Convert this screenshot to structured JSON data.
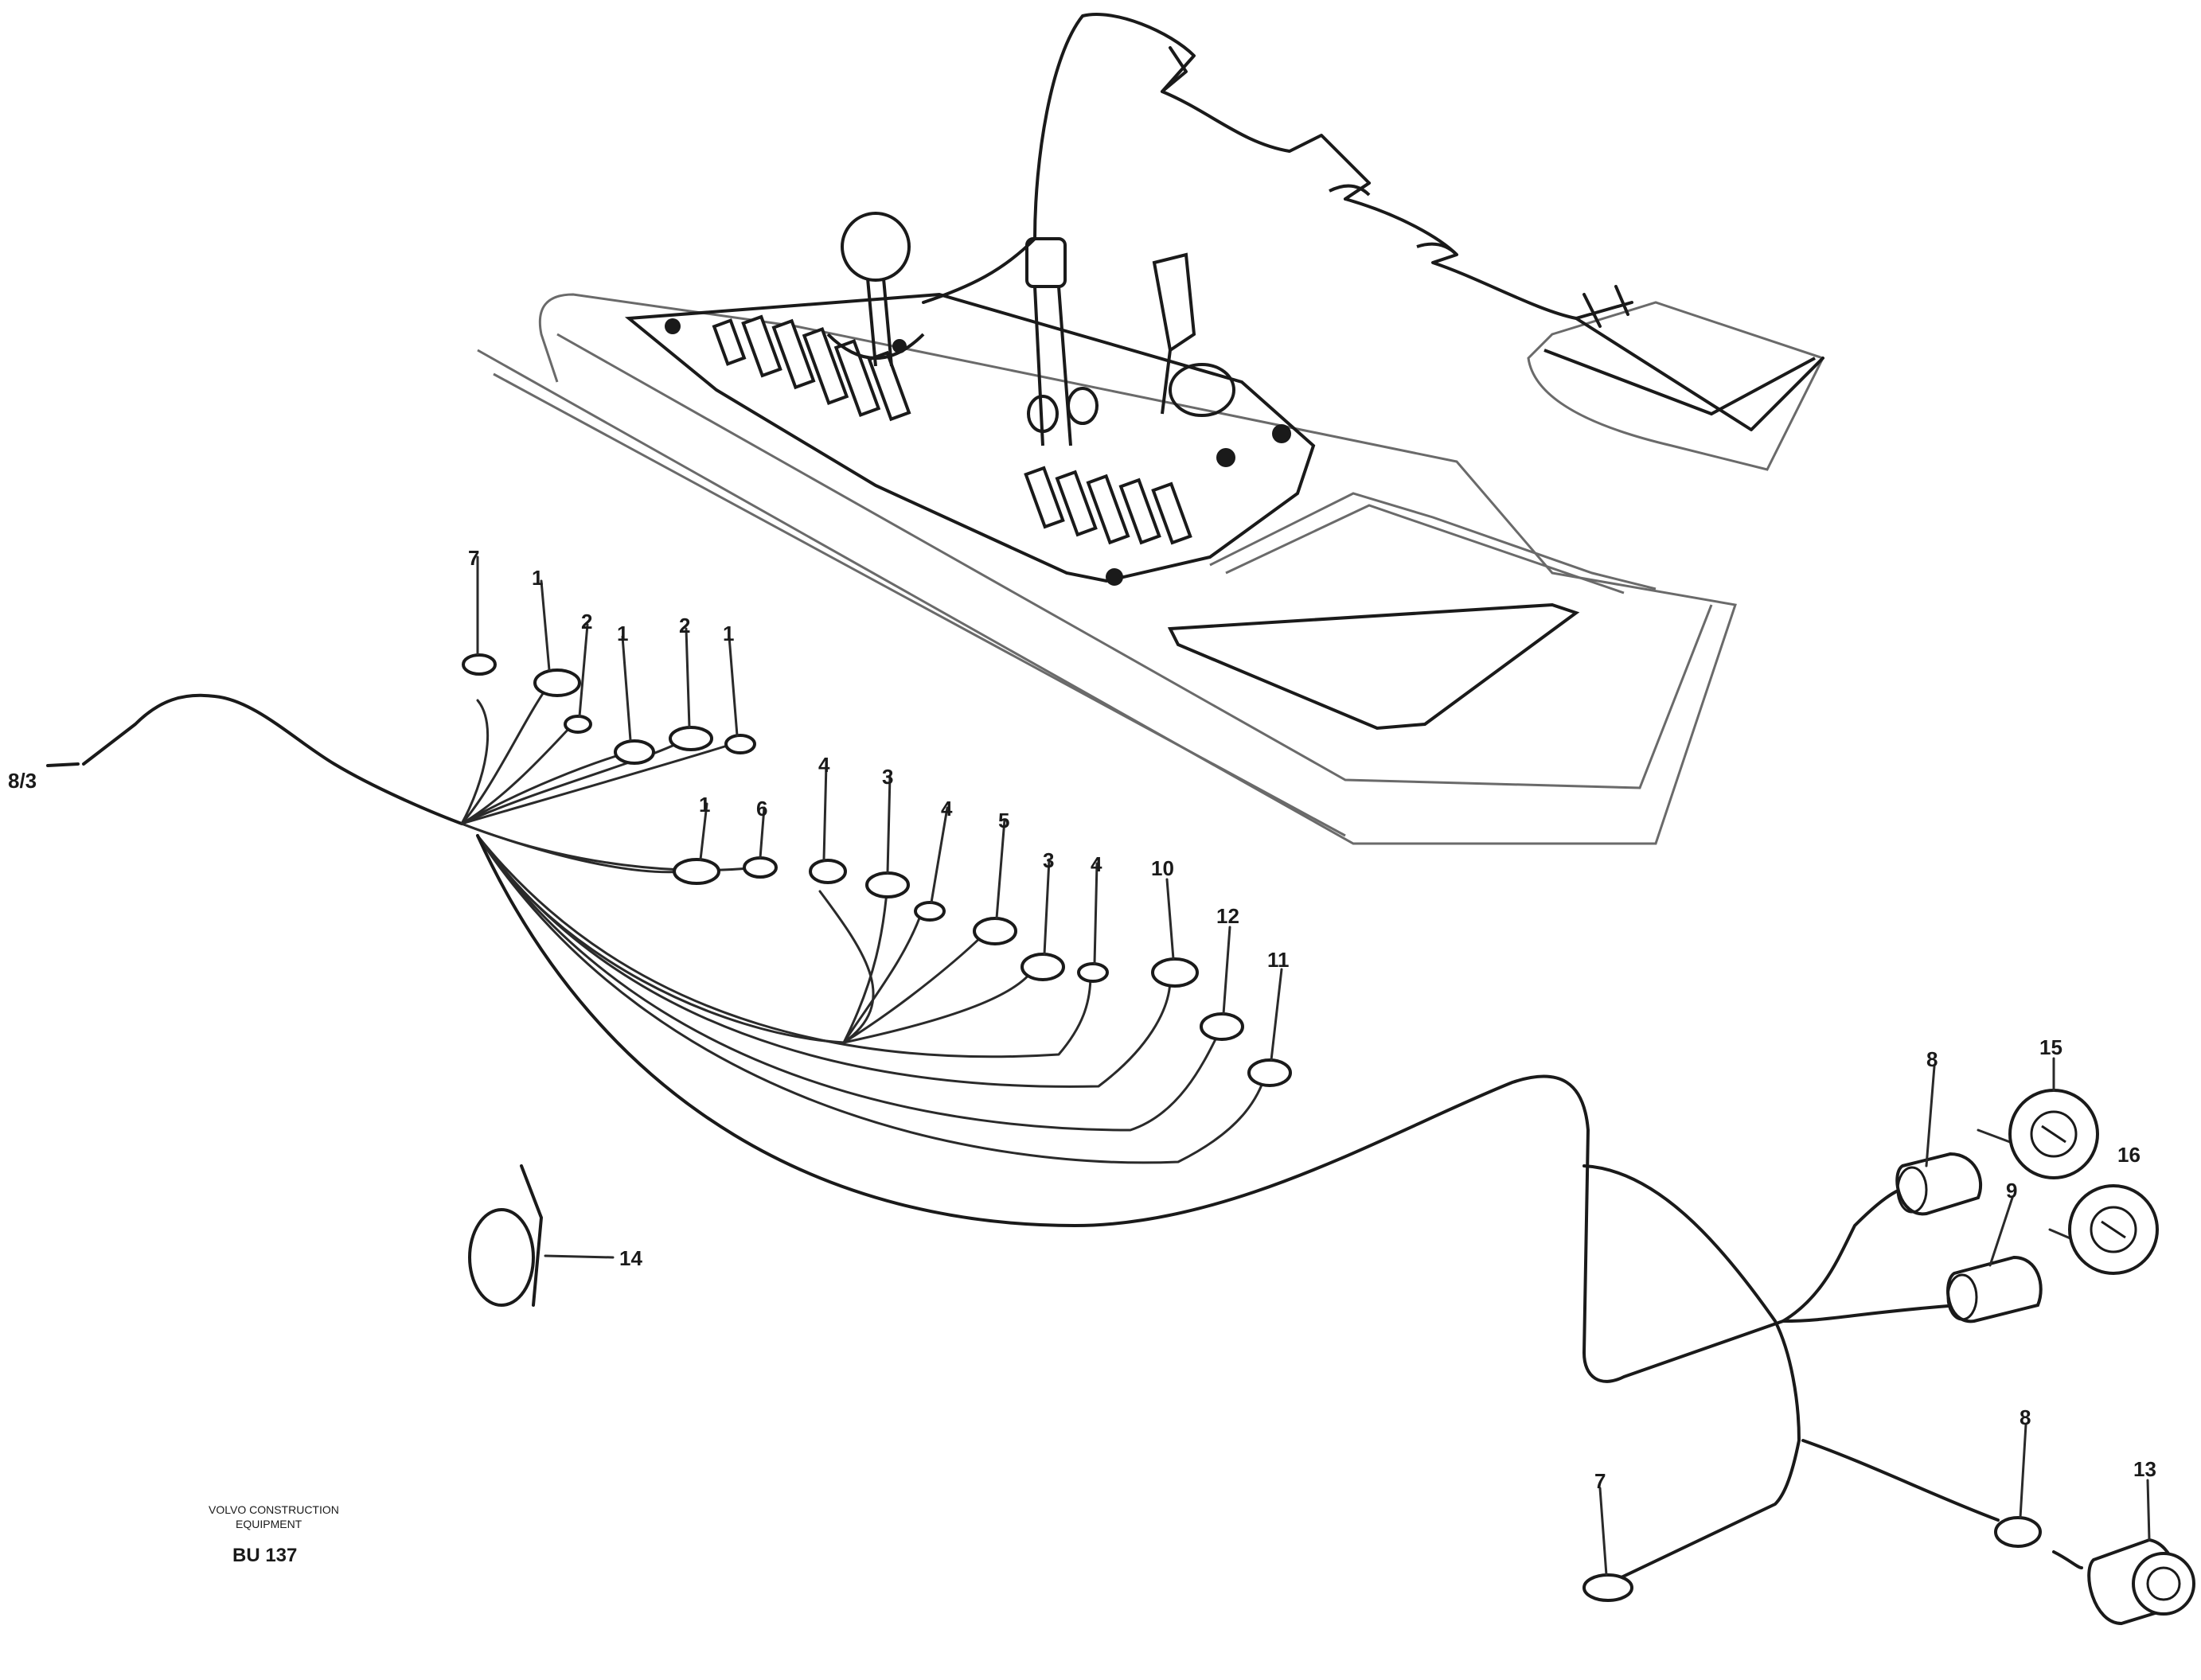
{
  "callouts": {
    "ref_left": "8/3",
    "top_row": [
      "7",
      "1",
      "2",
      "1",
      "2",
      "1"
    ],
    "middle_row": [
      "1",
      "6",
      "4",
      "3",
      "4",
      "5",
      "3",
      "4",
      "10",
      "12",
      "11"
    ],
    "bottom_right": [
      "8",
      "15",
      "16",
      "9",
      "8",
      "7",
      "13"
    ],
    "ring_label": "14"
  },
  "stamp": {
    "line1": "VOLVO CONSTRUCTION",
    "line2": "EQUIPMENT",
    "code": "BU 137"
  }
}
